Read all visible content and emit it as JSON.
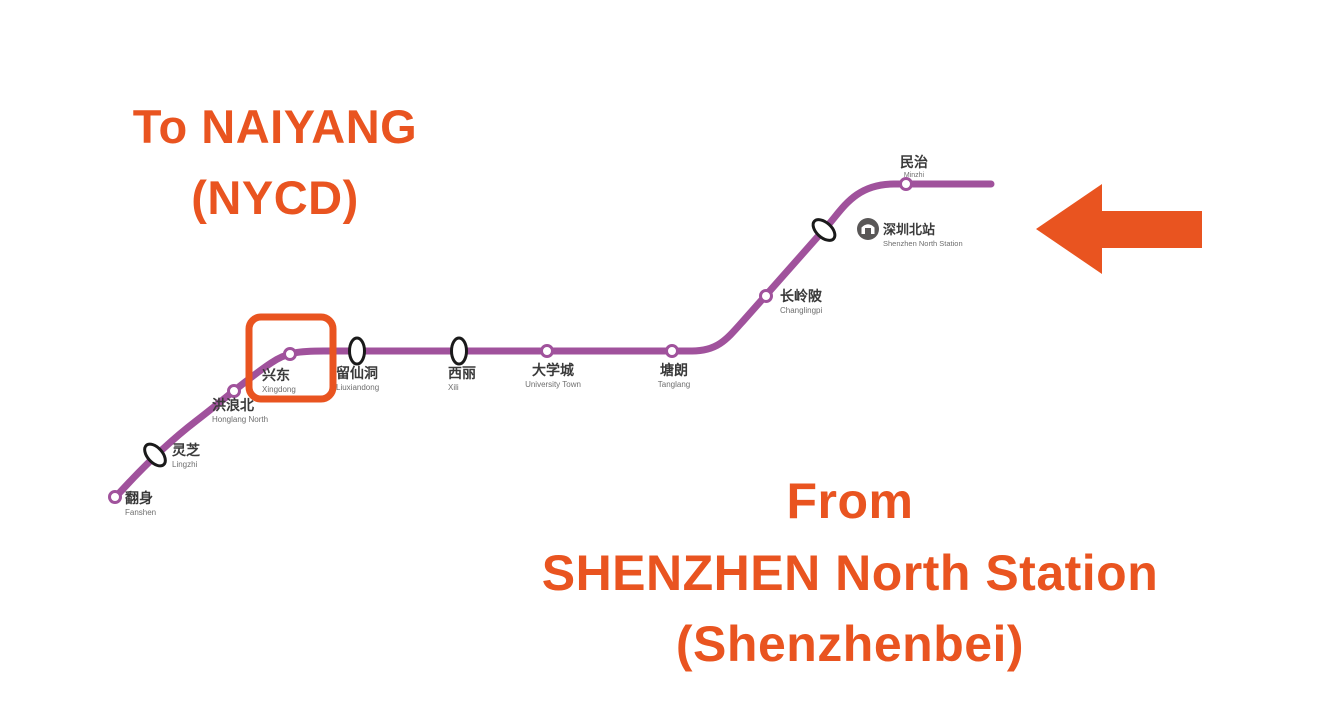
{
  "annotations": {
    "destination": {
      "line1": "To NAIYANG",
      "line2": "(NYCD)"
    },
    "origin": {
      "line1": "From",
      "line2": "SHENZHEN North Station",
      "line3": "(Shenzhenbei)"
    }
  },
  "colors": {
    "line": "#A0529C",
    "accent": "#E95420",
    "label_zh": "#3A3A3A",
    "label_en": "#6E6E6E",
    "rail_icon": "#595757"
  },
  "icons": {
    "arrow": "arrow-left-icon",
    "rail": "railway-station-icon"
  },
  "stations": [
    {
      "zh": "翻身",
      "en": "Fanshen",
      "type": "regular"
    },
    {
      "zh": "灵芝",
      "en": "Lingzhi",
      "type": "interchange"
    },
    {
      "zh": "洪浪北",
      "en": "Honglang North",
      "type": "regular"
    },
    {
      "zh": "兴东",
      "en": "Xingdong",
      "type": "regular",
      "highlighted": true
    },
    {
      "zh": "留仙洞",
      "en": "Liuxiandong",
      "type": "interchange"
    },
    {
      "zh": "西丽",
      "en": "Xili",
      "type": "interchange"
    },
    {
      "zh": "大学城",
      "en": "University Town",
      "type": "regular"
    },
    {
      "zh": "塘朗",
      "en": "Tanglang",
      "type": "regular"
    },
    {
      "zh": "长岭陂",
      "en": "Changlingpi",
      "type": "regular"
    },
    {
      "zh": "深圳北站",
      "en": "Shenzhen North Station",
      "type": "rail-interchange"
    },
    {
      "zh": "民治",
      "en": "Minzhi",
      "type": "regular"
    }
  ]
}
